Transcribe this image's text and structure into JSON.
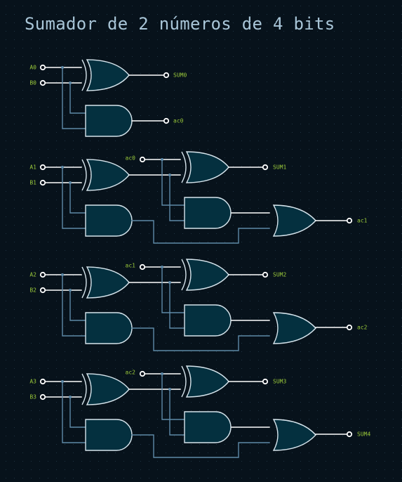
{
  "title": "Sumador de 2 números de 4 bits",
  "colors": {
    "background": "#07121b",
    "grid_dot": "#1f3342",
    "wire": "#ffffff",
    "internal_wire": "#5e8aa8",
    "gate_fill": "#04303f",
    "gate_stroke": "#d6e4ec",
    "label": "#9ac93a",
    "pin": "#ffffff"
  },
  "blocks": [
    {
      "inputs": [
        "A0",
        "B0"
      ],
      "carry_in": "",
      "sum_out": "SUM0",
      "carry_out": "ac0"
    },
    {
      "inputs": [
        "A1",
        "B1"
      ],
      "carry_in": "ac0",
      "sum_out": "SUM1",
      "carry_out": "ac1"
    },
    {
      "inputs": [
        "A2",
        "B2"
      ],
      "carry_in": "ac1",
      "sum_out": "SUM2",
      "carry_out": "ac2"
    },
    {
      "inputs": [
        "A3",
        "B3"
      ],
      "carry_in": "ac2",
      "sum_out": "SUM3",
      "carry_out": "SUM4"
    }
  ]
}
